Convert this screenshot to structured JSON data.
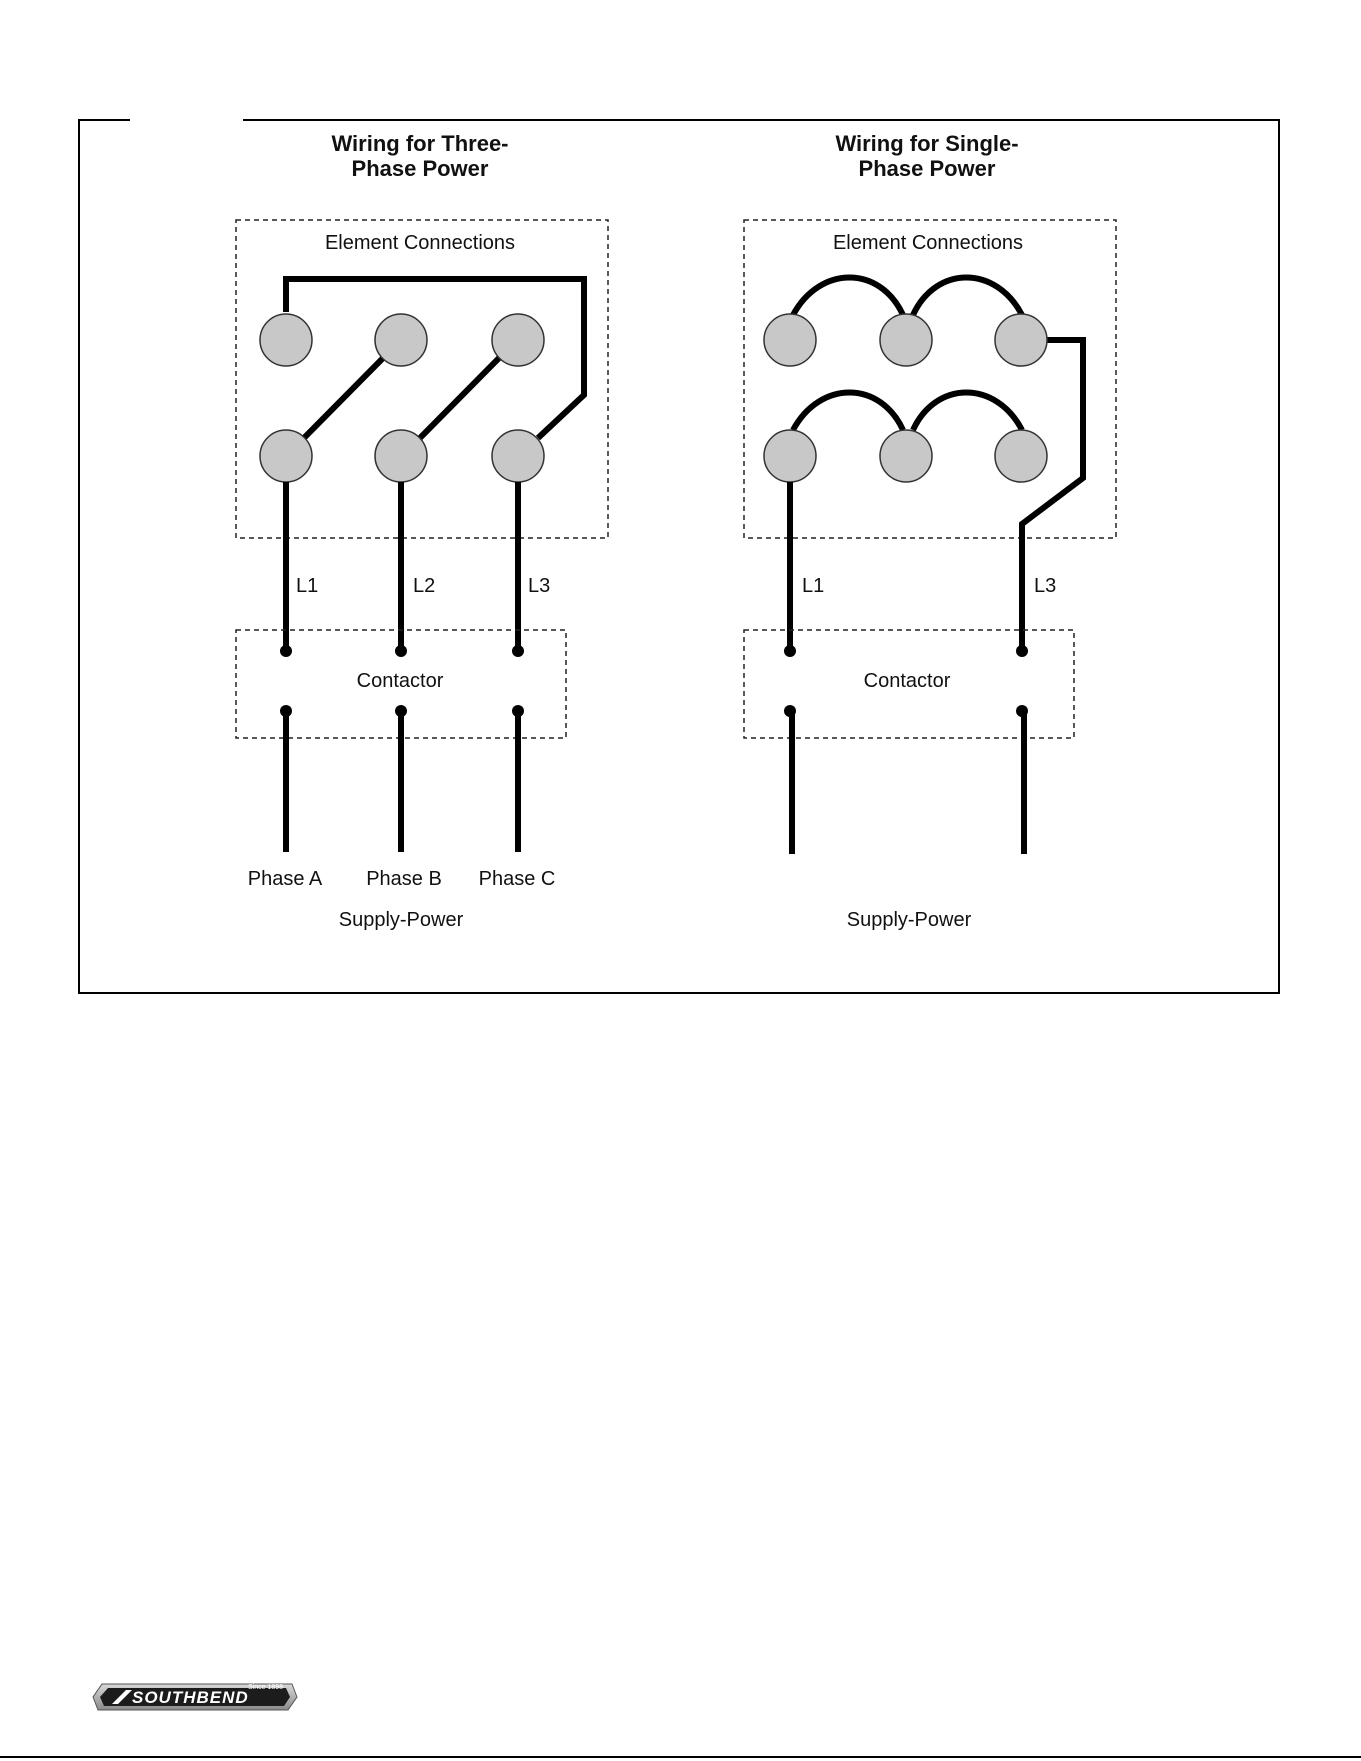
{
  "three_phase": {
    "title_line1": "Wiring for Three-",
    "title_line2": "Phase Power",
    "element_connections": "Element Connections",
    "l1": "L1",
    "l2": "L2",
    "l3": "L3",
    "contactor": "Contactor",
    "phase_a": "Phase A",
    "phase_b": "Phase B",
    "phase_c": "Phase C",
    "supply": "Supply-Power"
  },
  "single_phase": {
    "title_line1": "Wiring for Single-",
    "title_line2": "Phase Power",
    "element_connections": "Element Connections",
    "l1": "L1",
    "l3": "L3",
    "contactor": "Contactor",
    "supply": "Supply-Power"
  },
  "footer": {
    "logo_text": "SOUTHBEND",
    "logo_since": "Since 1898"
  },
  "colors": {
    "terminal_fill": "#c8c8c8",
    "wire": "#000000"
  }
}
